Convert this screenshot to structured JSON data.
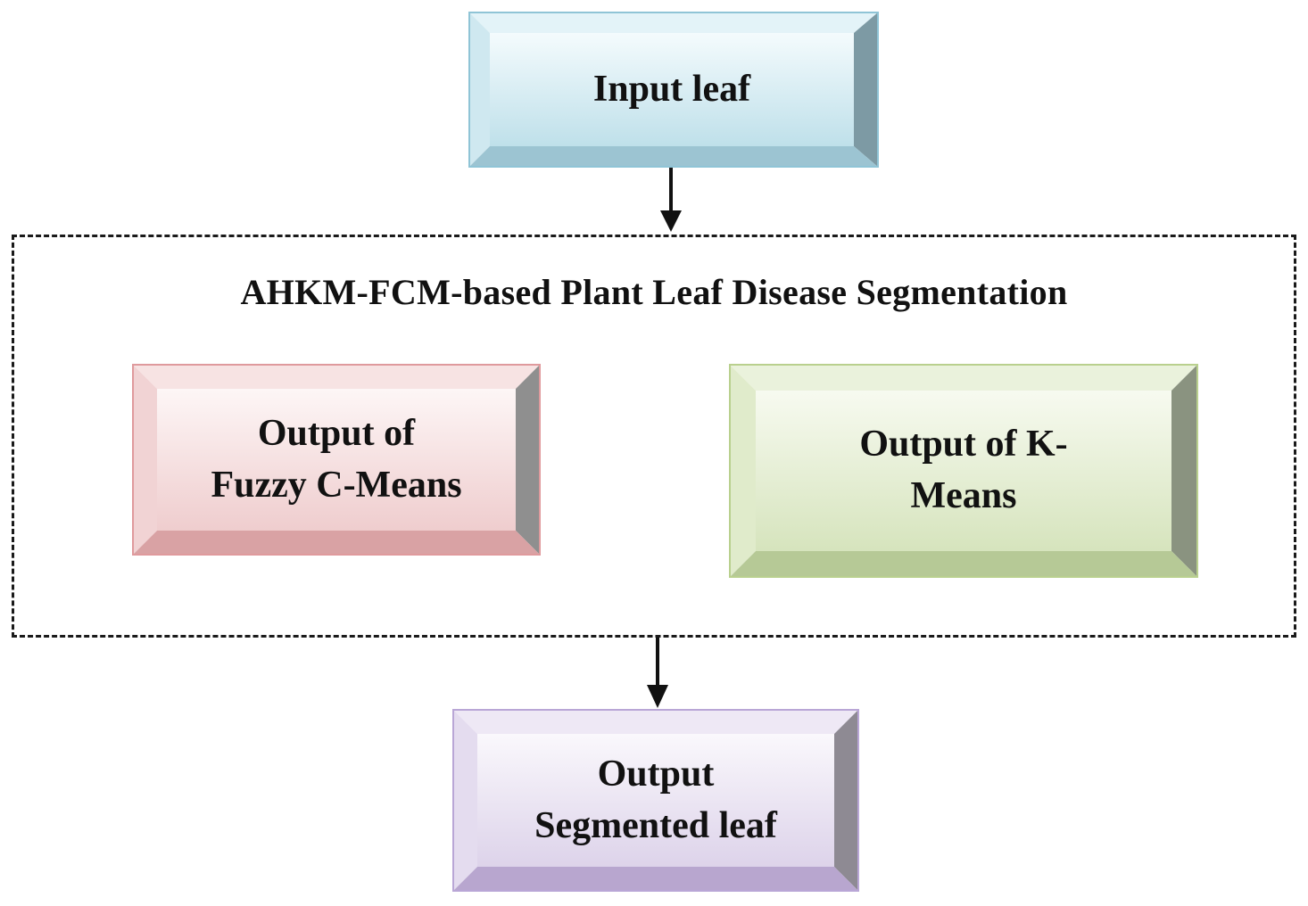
{
  "nodes": {
    "input": {
      "label": "Input leaf",
      "color": "#cfe8f0"
    },
    "group_title": "AHKM-FCM-based Plant Leaf Disease Segmentation",
    "fcm": {
      "line1": "Output of",
      "line2": "Fuzzy C-Means",
      "color": "#f6dedf"
    },
    "kmeans": {
      "line1": "Output of K-",
      "line2": "Means",
      "color": "#e3edcf"
    },
    "output": {
      "line1": "Output",
      "line2": "Segmented leaf",
      "color": "#e6dff0"
    }
  },
  "edges": [
    {
      "from": "input",
      "to": "segmentation-group"
    },
    {
      "from": "segmentation-group",
      "to": "output"
    }
  ]
}
